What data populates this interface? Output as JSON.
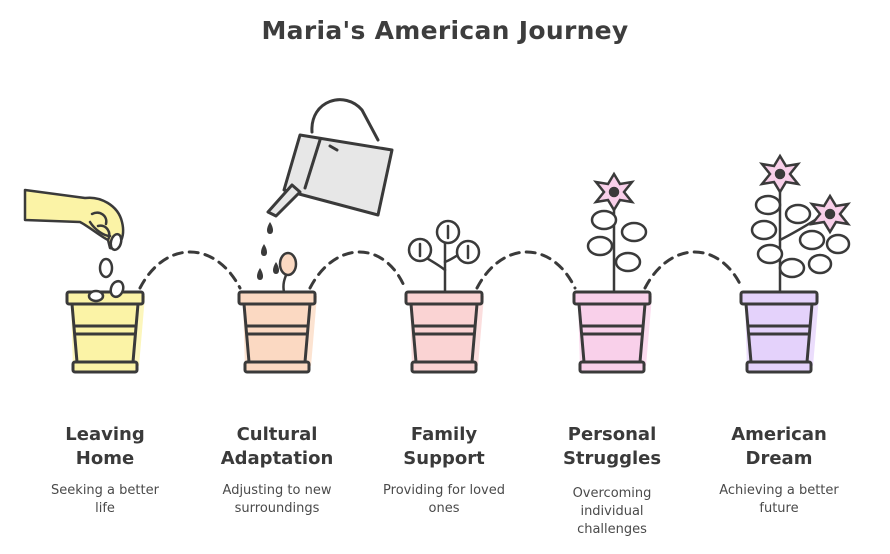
{
  "title": "Maria's American Journey",
  "stages": [
    {
      "title_line1": "Leaving",
      "title_line2": "Home",
      "desc_line1": "Seeking a better",
      "desc_line2": "life",
      "desc_line3": "",
      "pot_color": "#fbf3a6"
    },
    {
      "title_line1": "Cultural",
      "title_line2": "Adaptation",
      "desc_line1": "Adjusting to new",
      "desc_line2": "surroundings",
      "desc_line3": "",
      "pot_color": "#fbd9c2"
    },
    {
      "title_line1": "Family",
      "title_line2": "Support",
      "desc_line1": "Providing for loved",
      "desc_line2": "ones",
      "desc_line3": "",
      "pot_color": "#fad3d3"
    },
    {
      "title_line1": "Personal",
      "title_line2": "Struggles",
      "desc_line1": "Overcoming",
      "desc_line2": "individual",
      "desc_line3": "challenges",
      "pot_color": "#f9d0ea"
    },
    {
      "title_line1": "American",
      "title_line2": "Dream",
      "desc_line1": "Achieving a better",
      "desc_line2": "future",
      "desc_line3": "",
      "pot_color": "#e4d2fb"
    }
  ],
  "colors": {
    "stroke": "#3a3a3a",
    "hand": "#fbf3a6",
    "can": "#e7e7e7",
    "petal": "#f9d0ea",
    "leaf": "#ffffff"
  }
}
